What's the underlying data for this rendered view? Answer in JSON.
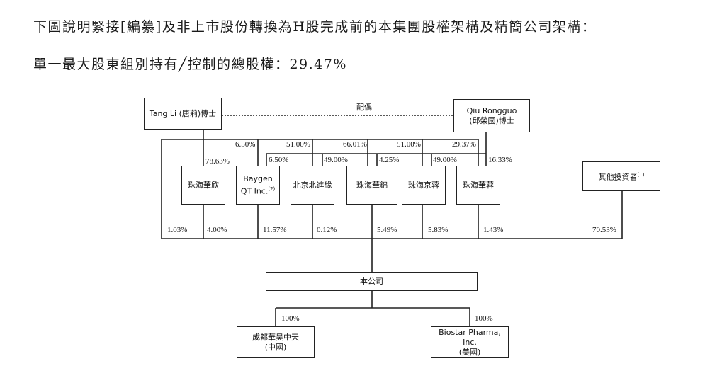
{
  "heading": {
    "line1": "下圖說明緊接[編纂]及非上市股份轉換為H股完成前的本集團股權架構及精簡公司架構：",
    "line2": "單一最大股東組別持有╱控制的總股權：29.47%"
  },
  "diagram": {
    "spouse_label": "配偶",
    "nodes": {
      "tang_li": {
        "line1": "Tang Li (唐莉)博士"
      },
      "qiu": {
        "line1": "Qiu Rongguo",
        "line2": "(邱榮國)博士"
      },
      "zh_huaxin": {
        "line1": "珠海華欣"
      },
      "baygen": {
        "line1": "Baygen",
        "line2": "QT Inc.",
        "note": "(2)"
      },
      "bj_beijin": {
        "line1": "北京北進緣"
      },
      "zh_huaxi": {
        "line1": "珠海華錦"
      },
      "zh_jingrong": {
        "line1": "珠海京蓉"
      },
      "zh_huarong": {
        "line1": "珠海華蓉"
      },
      "other": {
        "line1": "其他投資者",
        "note": "(1)"
      },
      "company": {
        "line1": "本公司"
      },
      "chengdu": {
        "line1": "成都華昊中天",
        "line2": "(中國)"
      },
      "biostar": {
        "line1": "Biostar Pharma, Inc.",
        "line2": "(美國)"
      }
    },
    "percentages": {
      "p_6_50_top": "6.50%",
      "p_51_00_a": "51.00%",
      "p_66_01": "66.01%",
      "p_51_00_b": "51.00%",
      "p_29_37": "29.37%",
      "p_78_63": "78.63%",
      "p_6_50_mid": "6.50%",
      "p_49_00_a": "49.00%",
      "p_4_25": "4.25%",
      "p_49_00_b": "49.00%",
      "p_16_33": "16.33%",
      "p_1_03": "1.03%",
      "p_4_00": "4.00%",
      "p_11_57": "11.57%",
      "p_0_12": "0.12%",
      "p_5_49": "5.49%",
      "p_5_83": "5.83%",
      "p_1_43": "1.43%",
      "p_70_53": "70.53%",
      "p_100_a": "100%",
      "p_100_b": "100%"
    }
  }
}
